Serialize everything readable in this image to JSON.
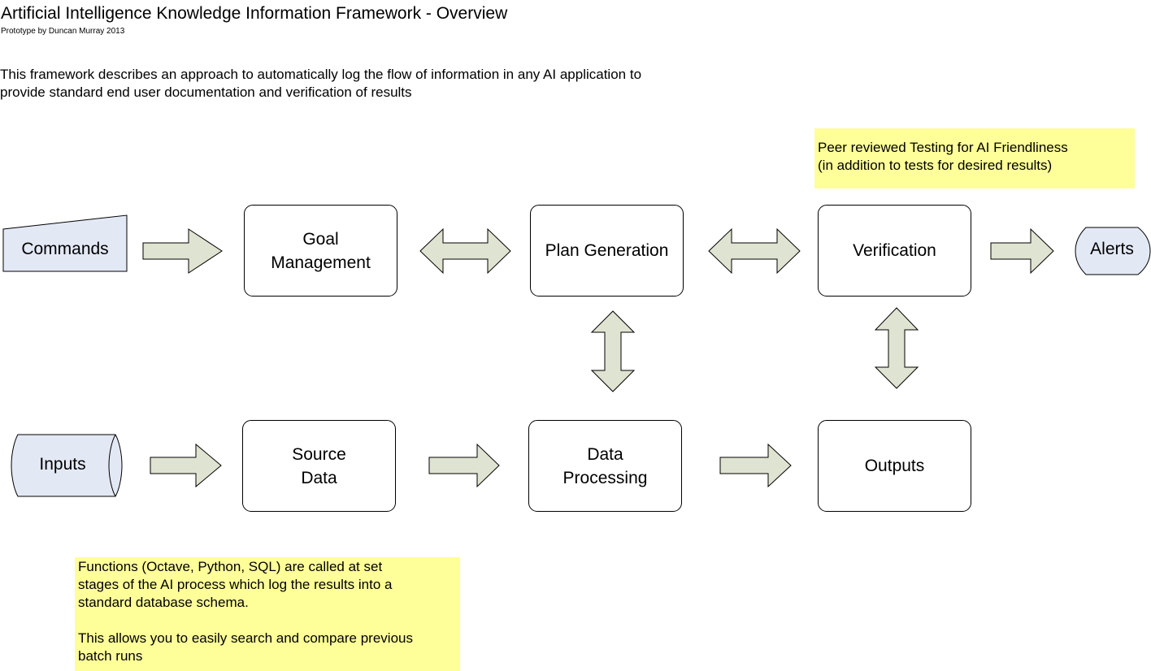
{
  "header": {
    "title": "Artificial Intelligence Knowledge Information Framework - Overview",
    "subtitle": "Prototype by Duncan Murray 2013"
  },
  "description": {
    "lines": [
      "This framework describes an approach to automatically log the flow of information in any AI application to",
      "provide standard end user documentation and verification of results"
    ]
  },
  "diagram": {
    "commands": "Commands",
    "inputs": "Inputs",
    "alerts": "Alerts",
    "goal_management": [
      "Goal",
      "Management"
    ],
    "plan_generation": "Plan Generation",
    "verification": "Verification",
    "source_data": [
      "Source",
      "Data"
    ],
    "data_processing": [
      "Data",
      "Processing"
    ],
    "outputs": "Outputs"
  },
  "notes": {
    "peer_review": [
      "Peer reviewed Testing for AI Friendliness",
      "(in addition to tests for desired results)"
    ],
    "functions": [
      "Functions (Octave, Python, SQL) are called at set",
      "stages of the AI process which log the results into a",
      "standard database schema.",
      "This allows you to easily search and compare previous",
      "batch runs"
    ]
  },
  "colors": {
    "arrow_fill": "#dfe3d1",
    "terminal_fill": "#e3e8f5",
    "note_fill": "#ffff99",
    "outline": "#000000"
  }
}
